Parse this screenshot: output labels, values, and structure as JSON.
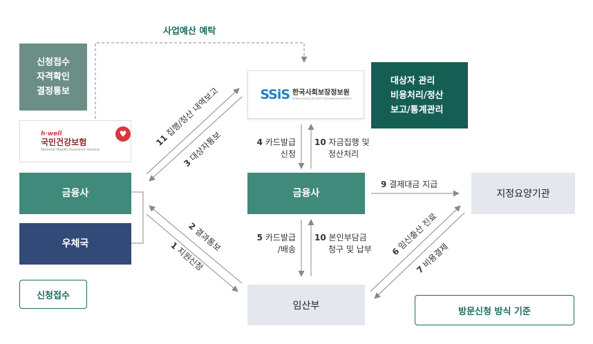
{
  "budget_label": "사업예산 예탁",
  "left_gray_box": [
    "신청접수",
    "자격확인",
    "결정통보"
  ],
  "nhis_logo": {
    "brand": "h·well",
    "name": "국민건강보험",
    "sub": "National Health Insurance Service"
  },
  "ssis_logo": {
    "mark": "SSiS",
    "name": "한국사회보장정보원",
    "sub": "KOREA SOCIAL SECURITY INFORMATION SERVICE"
  },
  "right_dark_box": [
    "대상자 관리",
    "비용처리/정산",
    "보고/통계관리"
  ],
  "left_finance": "금융사",
  "post_office": "우체국",
  "application_button": "신청접수",
  "center_finance": "금융사",
  "designated_institution": "지정요양기관",
  "pregnant": "임산부",
  "visit_button": "방문신청 방식 기준",
  "steps": {
    "s1": {
      "num": "1",
      "text": "지원신청"
    },
    "s2": {
      "num": "2",
      "text": "결과통보"
    },
    "s3": {
      "num": "3",
      "text": "대상자통보"
    },
    "s4": {
      "num": "4",
      "line1": "카드발급",
      "line2": "신청"
    },
    "s5": {
      "num": "5",
      "line1": "카드발급",
      "line2": "/배송"
    },
    "s6": {
      "num": "6",
      "text": "임신출산 진료"
    },
    "s7": {
      "num": "7",
      "text": "비용결제"
    },
    "s9": {
      "num": "9",
      "text": "결제대금 지급"
    },
    "s10a": {
      "num": "10",
      "line1": "자금집행 및",
      "line2": "정산처리"
    },
    "s10b": {
      "num": "10",
      "line1": "본인부담금",
      "line2": "청구 및 납부"
    },
    "s11": {
      "num": "11",
      "text": "집행/정산 내역보고"
    }
  },
  "colors": {
    "gray_box": "#6b8e86",
    "teal": "#3f8a7a",
    "dark_teal": "#155e54",
    "navy": "#314a77",
    "light_box": "#e4e8ee",
    "accent": "#1b6a5e",
    "line": "#888888"
  }
}
